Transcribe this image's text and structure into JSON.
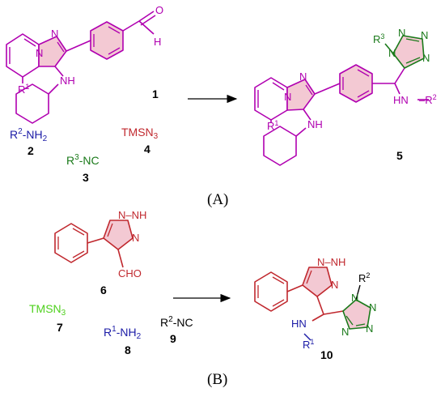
{
  "partA": {
    "caption": "(A)",
    "compound1": {
      "number": "1",
      "atoms": {
        "N_top": "N",
        "N_ring": "N",
        "NH": "NH",
        "R": "R",
        "R_sup": "1",
        "O": "O",
        "H": "H"
      }
    },
    "compound2": {
      "number": "2",
      "R": "R",
      "sup": "2",
      "rest": "-NH",
      "sub": "2"
    },
    "compound3": {
      "number": "3",
      "R": "R",
      "sup": "3",
      "rest": "-NC"
    },
    "compound4": {
      "number": "4",
      "text": "TMSN",
      "sub": "3"
    },
    "compound5": {
      "number": "5",
      "atoms": {
        "N_top": "N",
        "N_ring": "N",
        "NH": "NH",
        "R": "R",
        "R_sup": "1",
        "tz_R": "R",
        "tz_R_sup": "3",
        "tz_N1": "N",
        "tz_N2": "N",
        "tz_N3": "N",
        "tz_N4": "N",
        "HN": "HN",
        "HN_dash": "–R",
        "HN_sup": "2"
      }
    }
  },
  "partB": {
    "caption": "(B)",
    "compound6": {
      "number": "6",
      "NH": "N–NH",
      "N": "N",
      "CHO": "CHO"
    },
    "compound7": {
      "number": "7",
      "text": "TMSN",
      "sub": "3"
    },
    "compound8": {
      "number": "8",
      "R": "R",
      "sup": "1",
      "rest": "-NH",
      "sub": "2"
    },
    "compound9": {
      "number": "9",
      "R": "R",
      "sup": "2",
      "rest": "-NC"
    },
    "compound10": {
      "number": "10",
      "atoms": {
        "NH": "N–NH",
        "N": "N",
        "HN": "HN",
        "R": "R",
        "R_sup": "1",
        "tz_R": "R",
        "tz_R_sup": "2",
        "tz_N1": "N",
        "tz_N2": "N",
        "tz_N3": "N",
        "tz_N4": "N"
      }
    }
  },
  "colors": {
    "magenta": "#b000b0",
    "red": "#c0282e",
    "blue": "#1a1aa6",
    "green": "#1a7a1a",
    "lime": "#4fd11e",
    "highlight": "#f3c9d3",
    "bond": "#000000"
  }
}
